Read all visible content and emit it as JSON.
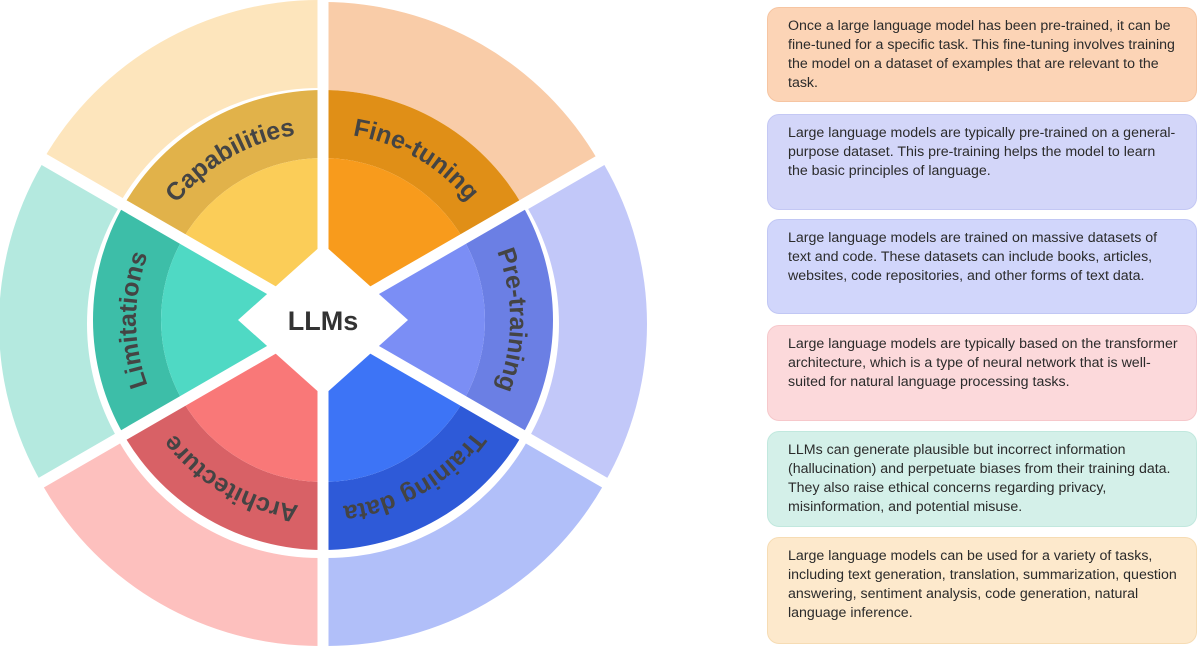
{
  "center_label": "LLMs",
  "segments": [
    {
      "label": "Fine-tuning",
      "outer": "#f9cca8",
      "mid": "#e08f17",
      "inner": "#f89b1c"
    },
    {
      "label": "Pre-training",
      "outer": "#c2c8f9",
      "mid": "#6b7fe4",
      "inner": "#7b8ef5"
    },
    {
      "label": "Training data",
      "outer": "#b1bff9",
      "mid": "#2e5ad8",
      "inner": "#3d74f6"
    },
    {
      "label": "Architecture",
      "outer": "#fdc0be",
      "mid": "#d86166",
      "inner": "#f97878"
    },
    {
      "label": "Limitations",
      "outer": "#b4e9df",
      "mid": "#3dbea8",
      "inner": "#4fd9c4"
    },
    {
      "label": "Capabilities",
      "outer": "#fde5bc",
      "mid": "#e1b24a",
      "inner": "#fbcd58"
    }
  ],
  "cards": [
    {
      "text": "Once a large language model has been pre-trained, it can be fine-tuned for a specific task. This fine-tuning involves training the model on a dataset of examples that are relevant to the task.",
      "color": "#fcd4b6",
      "border": "#f6c5a2"
    },
    {
      "text": "Large language models are typically pre-trained on a general-purpose dataset. This pre-training helps the model to learn the basic principles of language.",
      "color": "#d3d6f9",
      "border": "#c4c8f4"
    },
    {
      "text": "Large language models are trained on massive datasets of text and code. These datasets can include books, articles, websites, code repositories, and other forms of text data.",
      "color": "#d1d6fb",
      "border": "#c1c7f4"
    },
    {
      "text": "Large language models are typically based on the transformer architecture, which is a type of neural network that is well-suited for natural language processing tasks.",
      "color": "#fcd9db",
      "border": "#f6c8cb"
    },
    {
      "text": "LLMs can generate plausible but incorrect information (hallucination) and perpetuate biases from their training data. They also raise ethical concerns regarding privacy, misinformation, and potential misuse.",
      "color": "#d4f0e9",
      "border": "#c1e8de"
    },
    {
      "text": "Large language models can be used for a variety of tasks, including text generation, translation, summarization, question answering, sentiment analysis, code generation, natural language inference.",
      "color": "#fde9cc",
      "border": "#f6dcb4"
    }
  ]
}
